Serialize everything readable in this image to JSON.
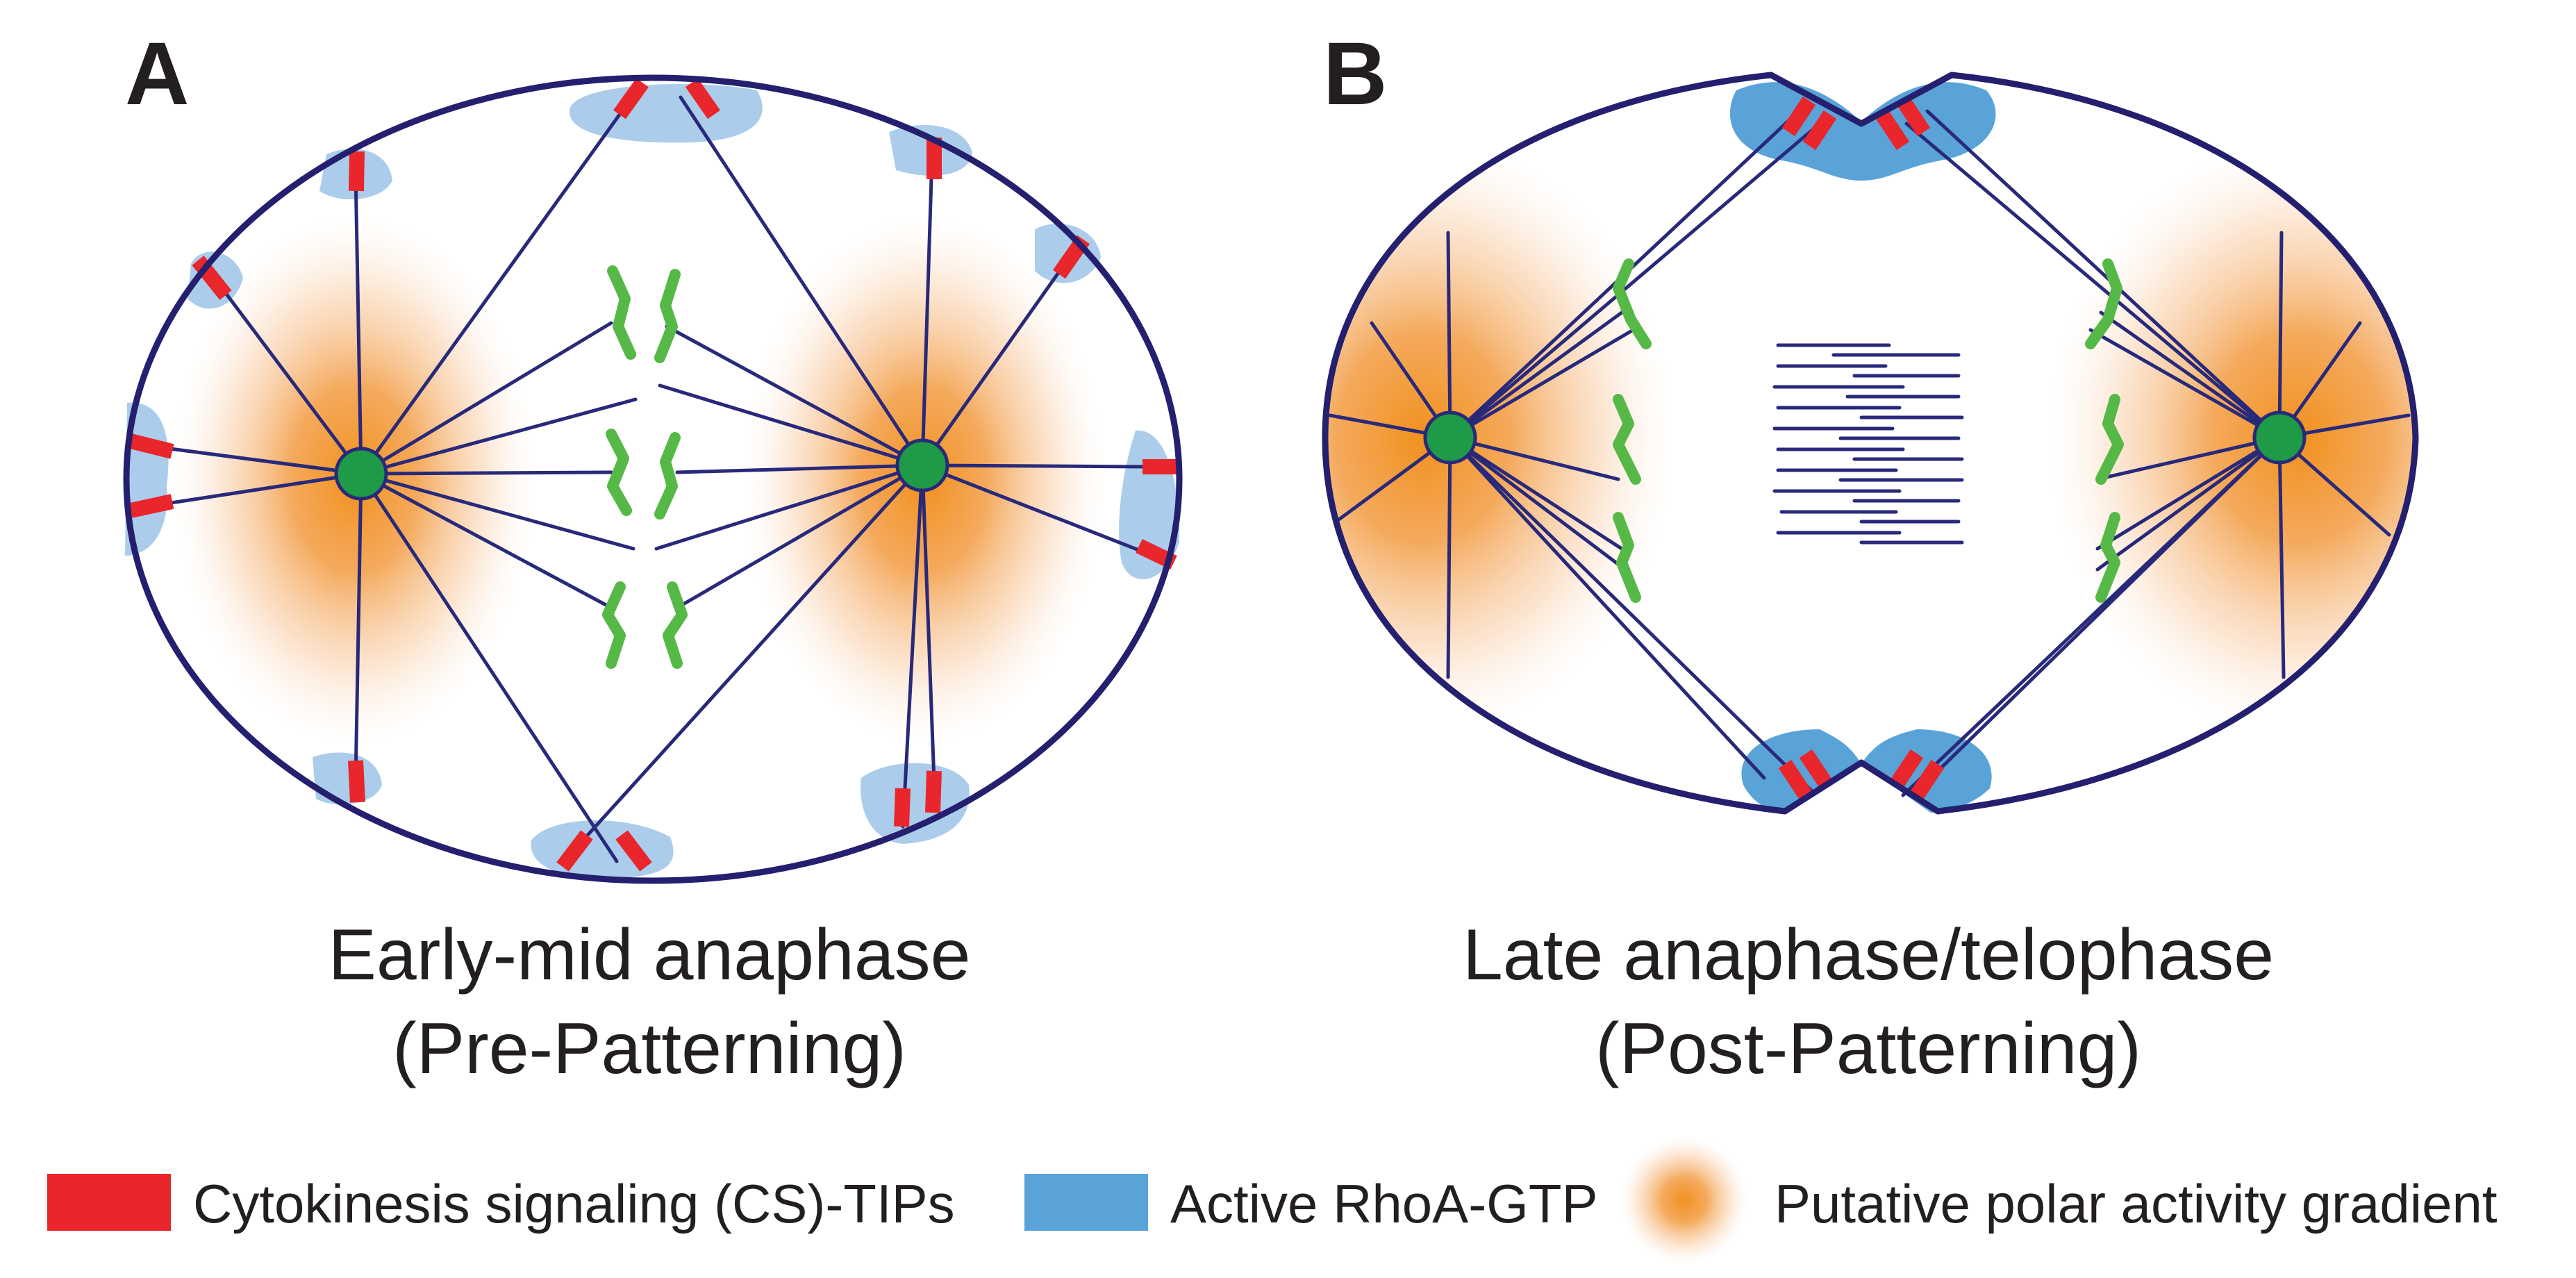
{
  "panels": [
    {
      "letter": "A",
      "title_line1": "Early-mid anaphase",
      "title_line2": "(Pre-Patterning)"
    },
    {
      "letter": "B",
      "title_line1": "Late anaphase/telophase",
      "title_line2": "(Post-Patterning)"
    }
  ],
  "legend": {
    "cs_tips": "Cytokinesis signaling (CS)-TIPs",
    "rhoa": "Active RhoA-GTP",
    "gradient": "Putative polar activity gradient"
  },
  "colors": {
    "cell_outline": "#241f6e",
    "microtubule": "#29297a",
    "cs_tip": "#e8262b",
    "rhoa_early": "#abcdeb",
    "rhoa_late": "#5aa3d9",
    "centrosome": "#1f9a47",
    "chromosome": "#56b947",
    "gradient_core": "#f1901e",
    "text": "#231f20"
  }
}
